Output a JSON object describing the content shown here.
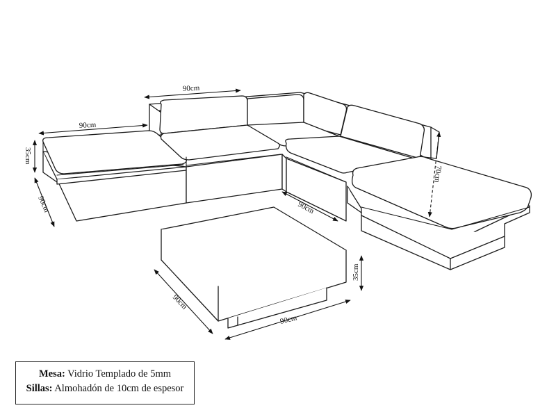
{
  "dimensions": {
    "back_width": "90cm",
    "ottoman_width": "90cm",
    "ottoman_depth": "90cm",
    "seat_height": "35cm",
    "corner_depth": "90cm",
    "back_height": "70cm",
    "table_depth": "90cm",
    "table_width": "90cm",
    "table_height": "35cm"
  },
  "legend": {
    "table_label": "Mesa:",
    "table_text": "Vidrio Templado de 5mm",
    "chairs_label": "Sillas:",
    "chairs_text": "Almohadón de 10cm de espesor"
  }
}
